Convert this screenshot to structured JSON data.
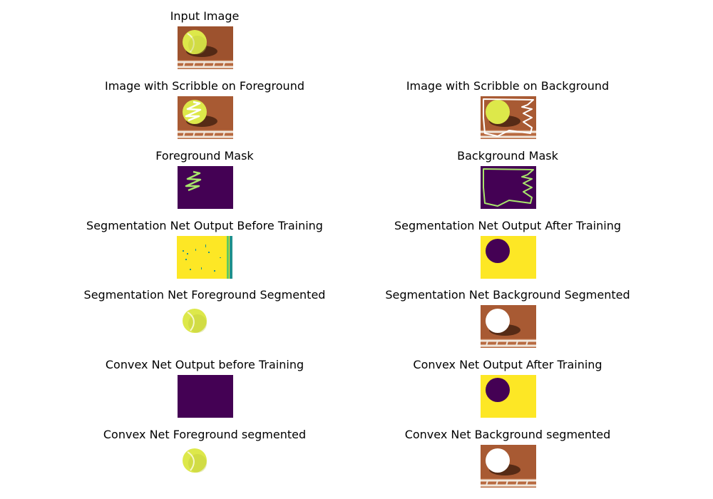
{
  "figure": {
    "panels": [
      {
        "title": "Input Image",
        "kind": "photo"
      },
      {
        "title": "Image with Scribble on Foreground",
        "kind": "photo-scribble-fg"
      },
      {
        "title": "Image with Scribble on Background",
        "kind": "photo-scribble-bg"
      },
      {
        "title": "Foreground Mask",
        "kind": "mask-fg"
      },
      {
        "title": "Background Mask",
        "kind": "mask-bg"
      },
      {
        "title": "Segmentation Net Output Before Training",
        "kind": "seg-before"
      },
      {
        "title": "Segmentation Net Output After Training",
        "kind": "seg-after"
      },
      {
        "title": "Segmentation Net Foreground Segmented",
        "kind": "fg-segmented"
      },
      {
        "title": "Segmentation Net Background Segmented",
        "kind": "bg-segmented"
      },
      {
        "title": "Convex Net Output before Training",
        "kind": "convex-before"
      },
      {
        "title": "Convex Net Output After Training",
        "kind": "seg-after"
      },
      {
        "title": "Convex Net Foreground segmented",
        "kind": "fg-segmented"
      },
      {
        "title": "Convex Net Background segmented",
        "kind": "bg-segmented"
      }
    ],
    "colors": {
      "clay": "#a85a33",
      "clay_dark": "#7a3b1e",
      "ball": "#dde84a",
      "ball_shadow": "#9aa52a",
      "viridis_purple": "#440154",
      "viridis_yellow": "#fde725",
      "viridis_green": "#a8e66b",
      "viridis_teal": "#21918c",
      "line_white": "#f3f0ea"
    }
  }
}
